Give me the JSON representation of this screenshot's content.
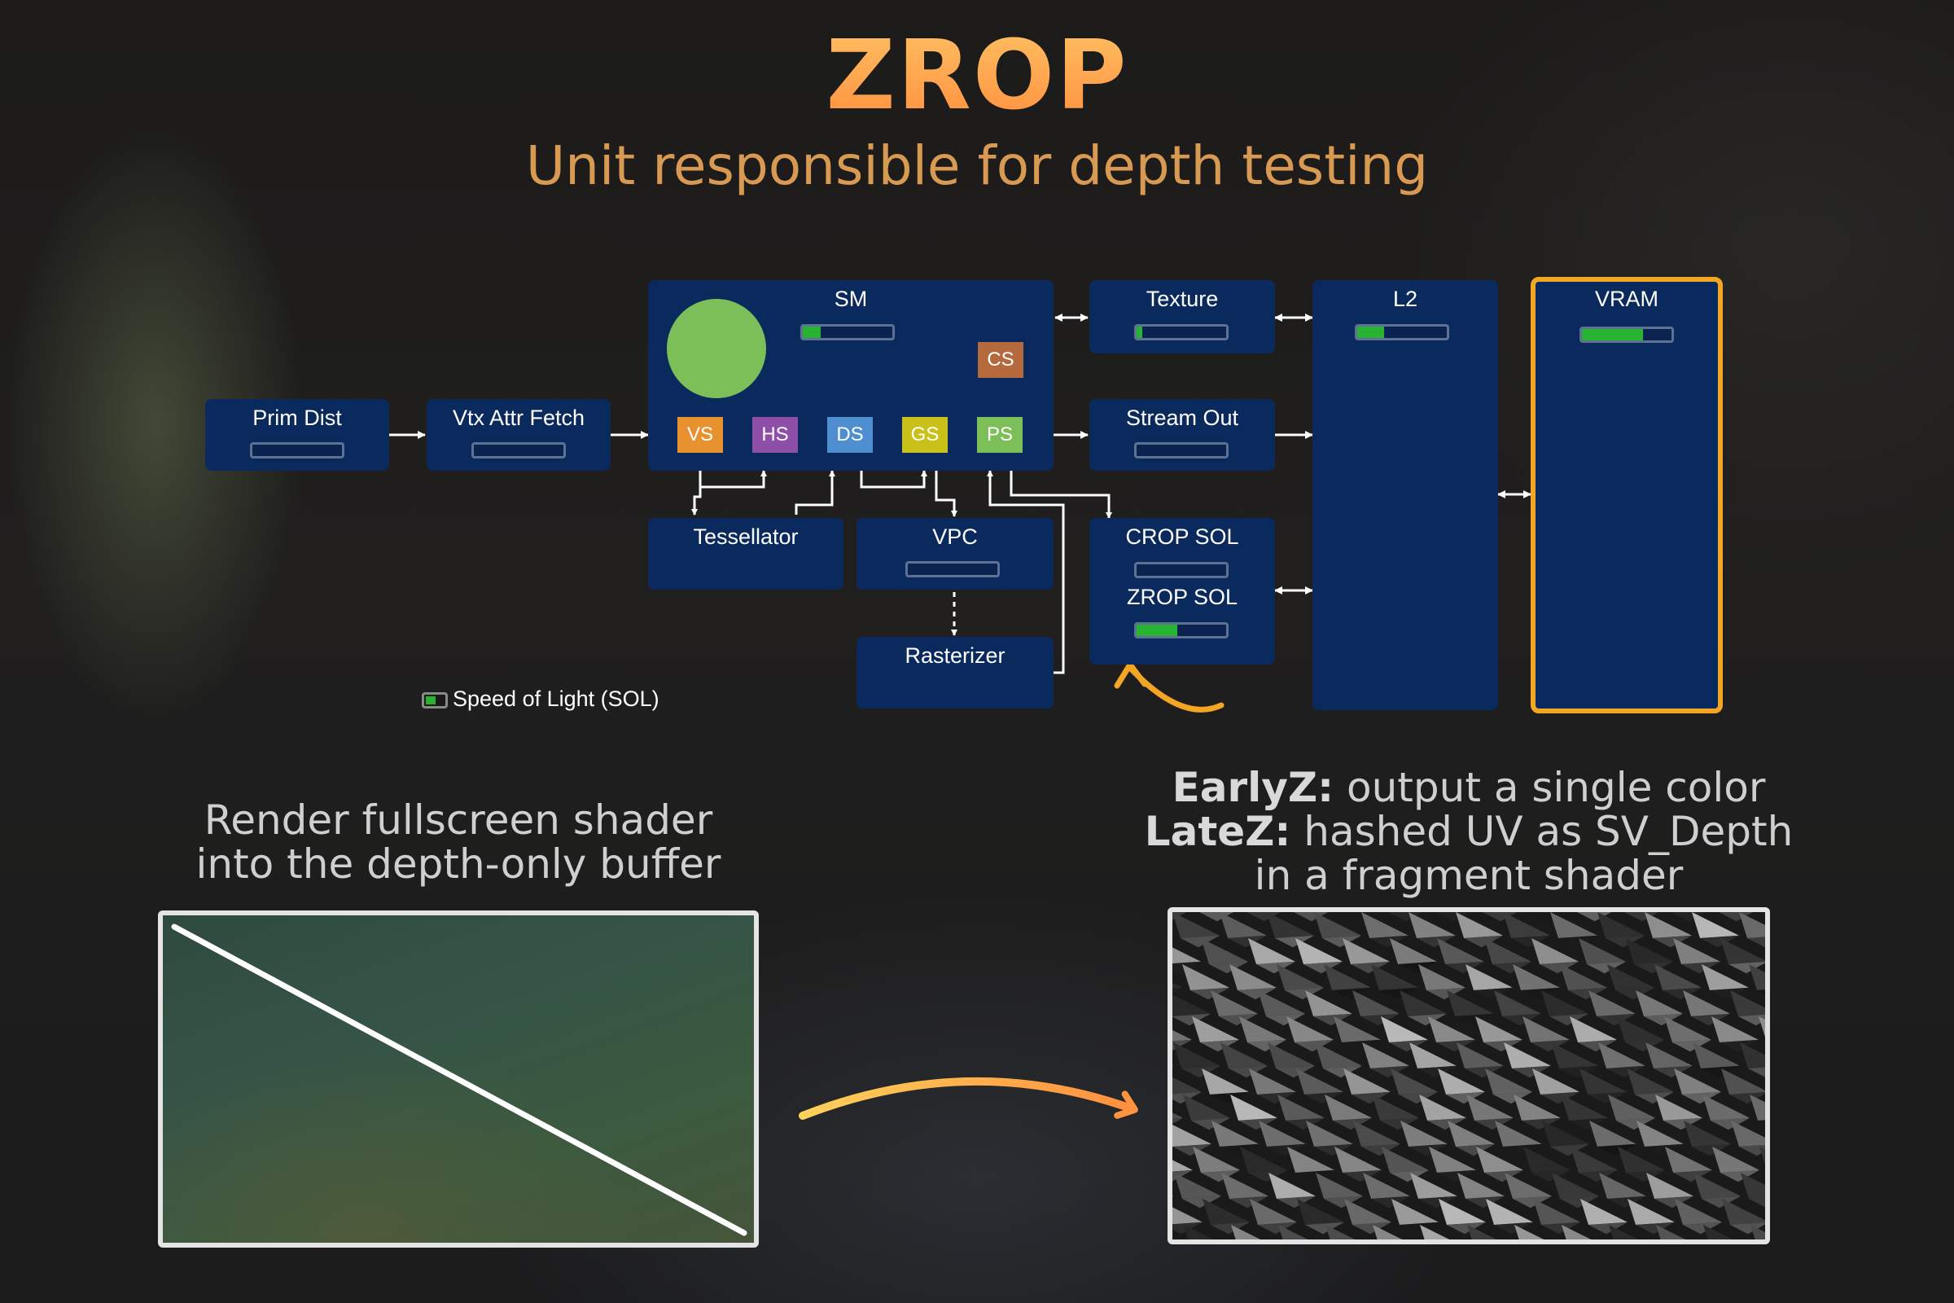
{
  "title": "ZROP",
  "subtitle": "Unit responsible for depth testing",
  "diagram": {
    "units": {
      "prim_dist": {
        "label": "Prim Dist",
        "sol": 0
      },
      "vtx_attr_fetch": {
        "label": "Vtx Attr Fetch",
        "sol": 0
      },
      "sm": {
        "label": "SM",
        "sol": 0.2
      },
      "texture": {
        "label": "Texture",
        "sol": 0.06
      },
      "l2": {
        "label": "L2",
        "sol": 0.3
      },
      "vram": {
        "label": "VRAM",
        "sol": 0.68
      },
      "stream_out": {
        "label": "Stream Out",
        "sol": 0
      },
      "tessellator": {
        "label": "Tessellator"
      },
      "vpc": {
        "label": "VPC",
        "sol": 0
      },
      "rasterizer": {
        "label": "Rasterizer"
      },
      "crop_sol": {
        "label": "CROP SOL",
        "sol": 0
      },
      "zrop_sol": {
        "label": "ZROP SOL",
        "sol": 0.45
      }
    },
    "shader_stages": [
      {
        "label": "VS",
        "color": "#e8912f"
      },
      {
        "label": "HS",
        "color": "#8e4fa8"
      },
      {
        "label": "DS",
        "color": "#4f8fd0"
      },
      {
        "label": "GS",
        "color": "#c9c11a"
      },
      {
        "label": "PS",
        "color": "#7cbf59"
      }
    ],
    "cs": {
      "label": "CS",
      "color": "#b46a3c"
    },
    "legend": "Speed of Light (SOL)",
    "highlight_color": "#f3a524"
  },
  "left_caption": {
    "line1": "Render fullscreen shader",
    "line2": "into the depth-only buffer"
  },
  "right_caption": {
    "early_label": "EarlyZ:",
    "early_text": " output a single color",
    "late_label": "LateZ:",
    "late_text": " hashed UV as SV_Depth",
    "line3": "in a fragment shader"
  }
}
